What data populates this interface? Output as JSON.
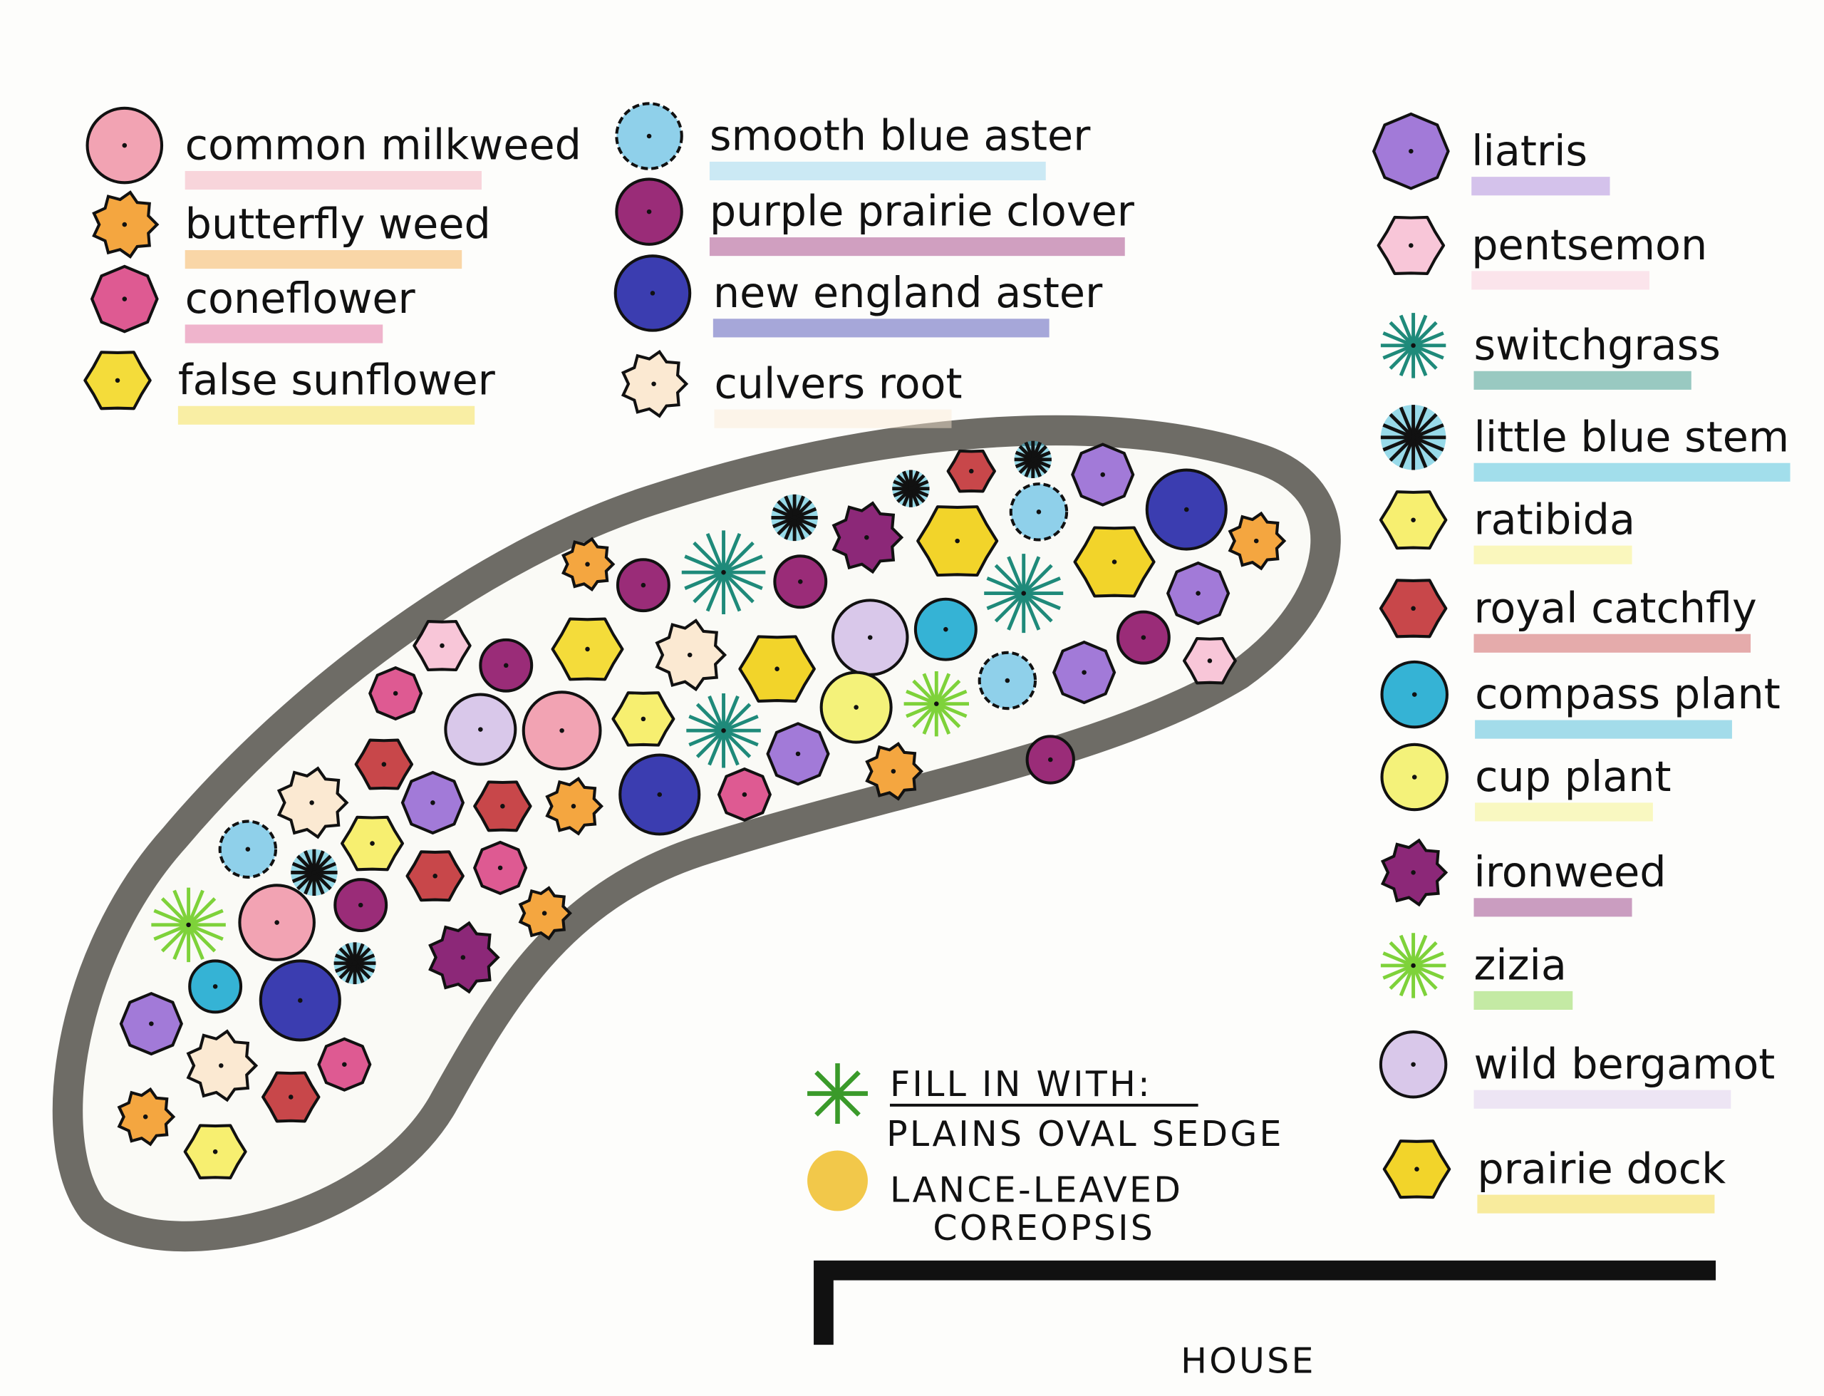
{
  "legend": [
    {
      "id": "common-milkweed",
      "label": "common milkweed",
      "color": "#f2a3b3",
      "shape": "circle"
    },
    {
      "id": "butterfly-weed",
      "label": "butterfly weed",
      "color": "#f4a640",
      "shape": "star"
    },
    {
      "id": "coneflower",
      "label": "coneflower",
      "color": "#de5a92",
      "shape": "octagon"
    },
    {
      "id": "false-sunflower",
      "label": "false sunflower",
      "color": "#f4dc3a",
      "shape": "flower"
    },
    {
      "id": "smooth-blue-aster",
      "label": "smooth blue aster",
      "color": "#8fd0ea",
      "shape": "cloud"
    },
    {
      "id": "purple-prairie-clover",
      "label": "purple prairie clover",
      "color": "#9a2c78",
      "shape": "circle"
    },
    {
      "id": "new-england-aster",
      "label": "new england aster",
      "color": "#3b3db0",
      "shape": "circle"
    },
    {
      "id": "culvers-root",
      "label": "culvers root",
      "color": "#fbe9d2",
      "shape": "star"
    },
    {
      "id": "liatris",
      "label": "liatris",
      "color": "#a27ad8",
      "shape": "octagon"
    },
    {
      "id": "pentsemon",
      "label": "pentsemon",
      "color": "#f8c6d8",
      "shape": "flower"
    },
    {
      "id": "switchgrass",
      "label": "switchgrass",
      "color": "#1f8a7a",
      "shape": "burst"
    },
    {
      "id": "little-blue-stem",
      "label": "little blue stem",
      "color": "#33b8d8",
      "shape": "burst"
    },
    {
      "id": "ratibida",
      "label": "ratibida",
      "color": "#f7ef70",
      "shape": "flower"
    },
    {
      "id": "royal-catchfly",
      "label": "royal catchfly",
      "color": "#c8474a",
      "shape": "flower"
    },
    {
      "id": "compass-plant",
      "label": "compass plant",
      "color": "#35b3d5",
      "shape": "circle"
    },
    {
      "id": "cup-plant",
      "label": "cup plant",
      "color": "#f4f27a",
      "shape": "circle"
    },
    {
      "id": "ironweed",
      "label": "ironweed",
      "color": "#8c2878",
      "shape": "star"
    },
    {
      "id": "zizia",
      "label": "zizia",
      "color": "#7ed23a",
      "shape": "burst"
    },
    {
      "id": "wild-bergamot",
      "label": "wild bergamot",
      "color": "#d9c8ea",
      "shape": "circle"
    },
    {
      "id": "prairie-dock",
      "label": "prairie dock",
      "color": "#f2d42a",
      "shape": "flower"
    }
  ],
  "fill_in": {
    "title": "FILL IN WITH:",
    "sedge": "PLAINS OVAL SEDGE",
    "sedge_color": "#3a9a2a",
    "coreopsis_line1": "LANCE-LEAVED",
    "coreopsis_line2": "COREOPSIS",
    "coreopsis_color": "#f0be2a"
  },
  "house_label": "HOUSE",
  "bed_border_color": "#6e6c66"
}
